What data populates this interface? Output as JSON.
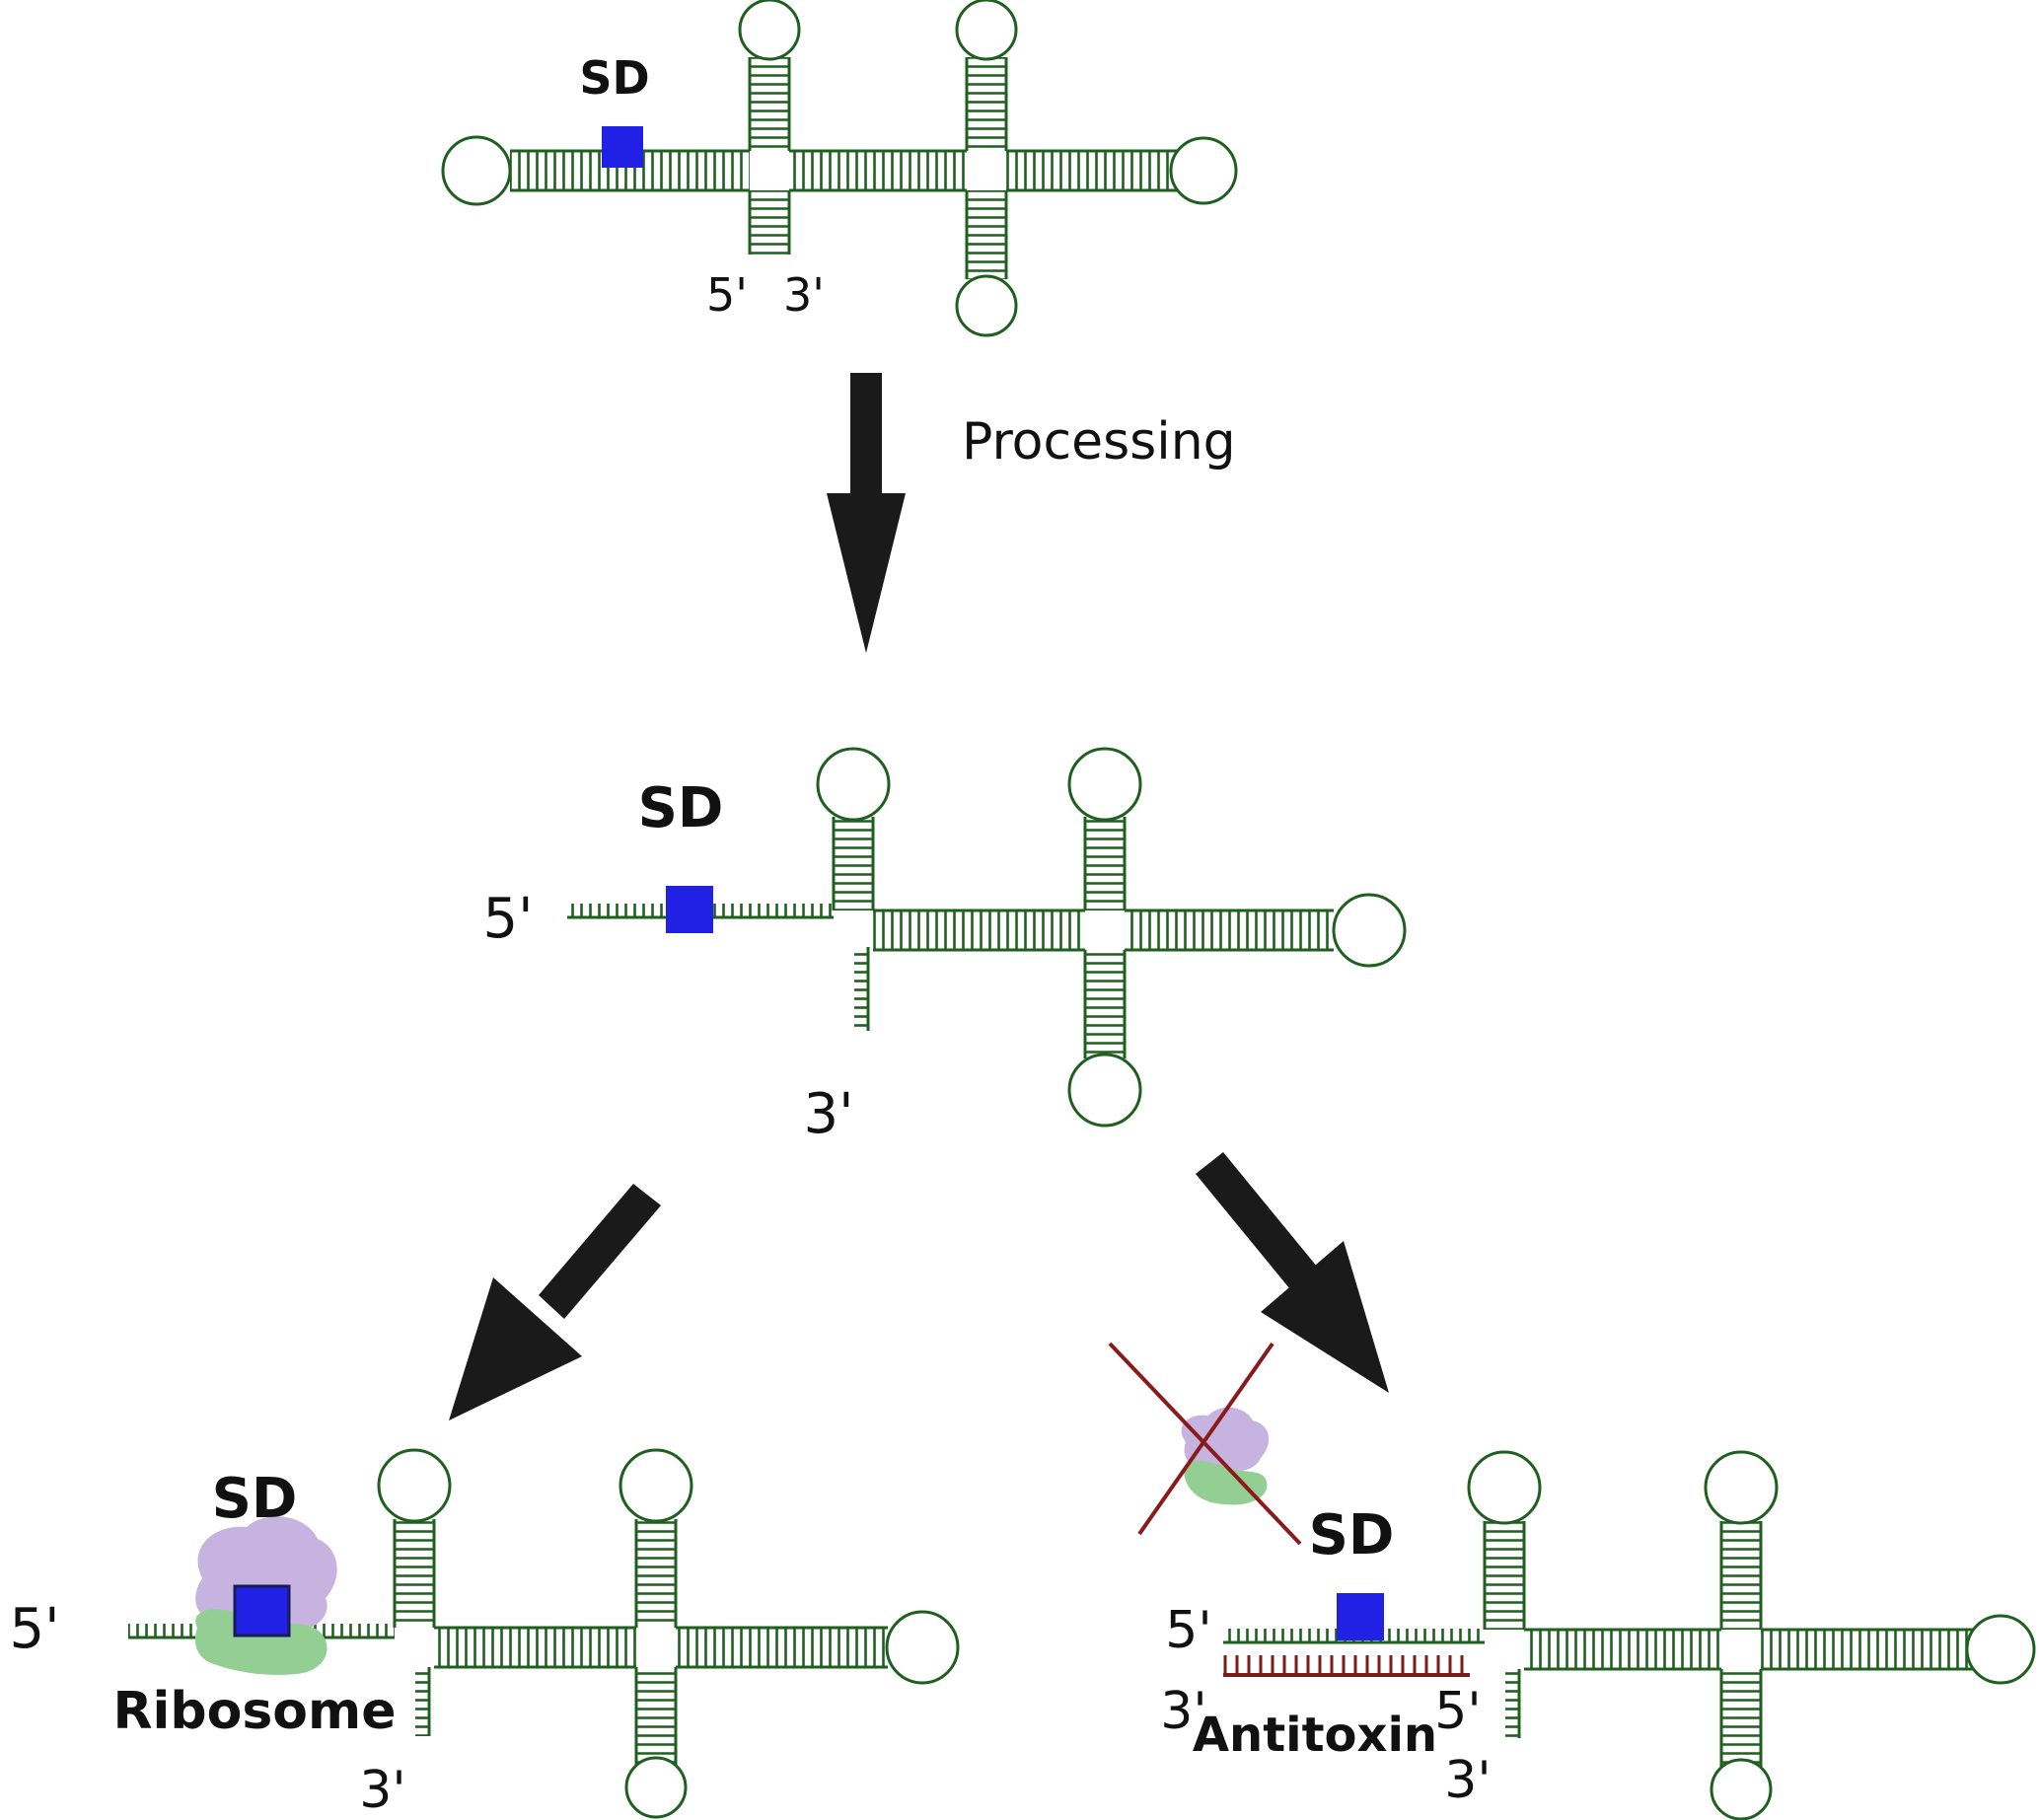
{
  "colors": {
    "rna": "#1f5f1f",
    "sd_box": "#2121e6",
    "arrow": "#1a1a1a",
    "ribosome_large": "#c7b3df",
    "ribosome_small": "#93cf93",
    "antitoxin": "#7a1c1c",
    "cross": "#8b1a1a"
  },
  "labels": {
    "sd": "SD",
    "processing": "Processing",
    "five_prime": "5'",
    "three_prime": "3'",
    "ribosome": "Ribosome",
    "antitoxin": "Antitoxin"
  }
}
